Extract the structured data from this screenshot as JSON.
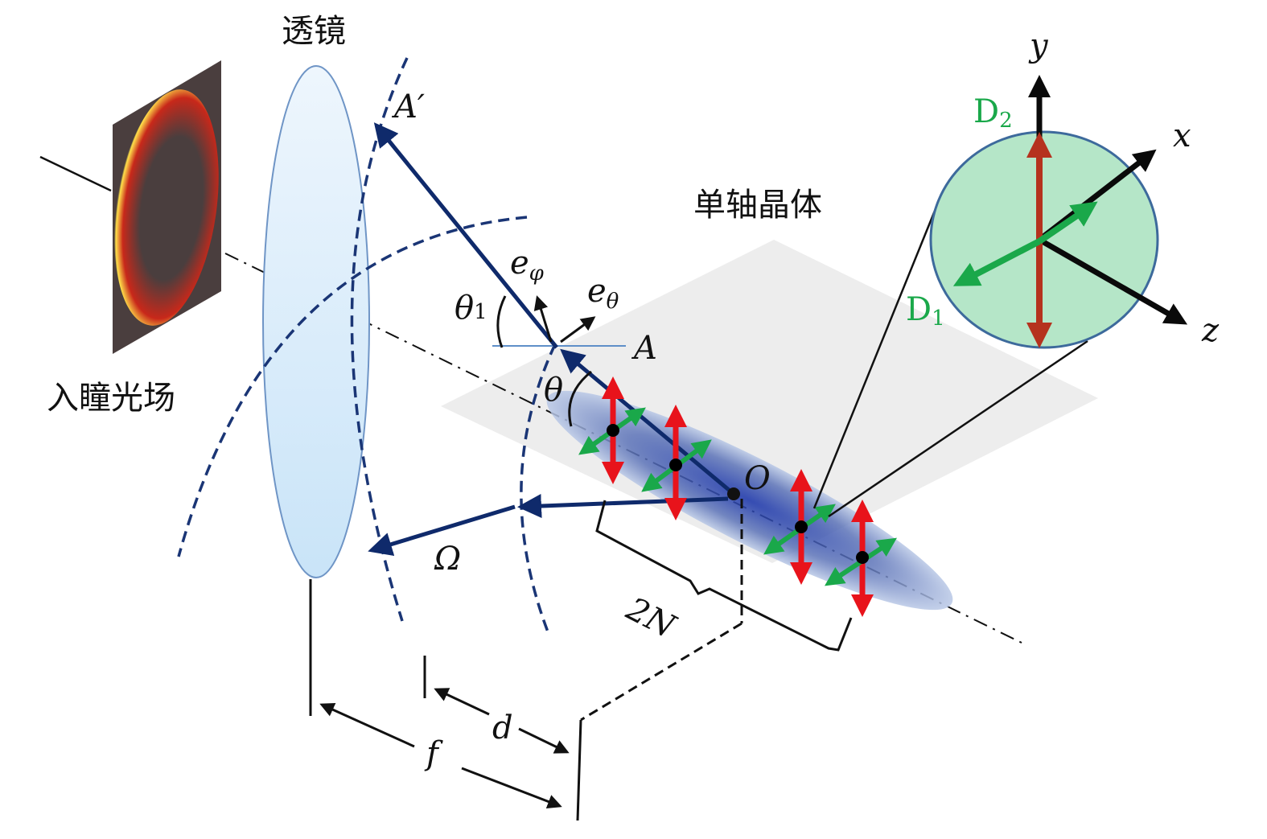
{
  "labels": {
    "lens": "透镜",
    "pupil_field": "入瞳光场",
    "crystal": "单轴晶体",
    "point_A_prime": "A′",
    "point_A": "A",
    "point_O": "O",
    "theta1": "θ",
    "theta1_sub": "1",
    "theta": "θ",
    "e_phi": "e",
    "e_phi_sub": "φ",
    "e_theta": "e",
    "e_theta_sub": "θ",
    "omega": "Ω",
    "length_2N": "2N",
    "dist_d": "d",
    "dist_f": "f",
    "axis_x": "x",
    "axis_y": "y",
    "axis_z": "z",
    "D1": "D",
    "D1_sub": "1",
    "D2": "D",
    "D2_sub": "2"
  },
  "colors": {
    "ray": "#0f2a6b",
    "dipole_vertical": "#e8131b",
    "dipole_diagonal": "#1aa84a",
    "inset_fill": "#b5e6c8",
    "inset_vertical": "#b5321e"
  }
}
